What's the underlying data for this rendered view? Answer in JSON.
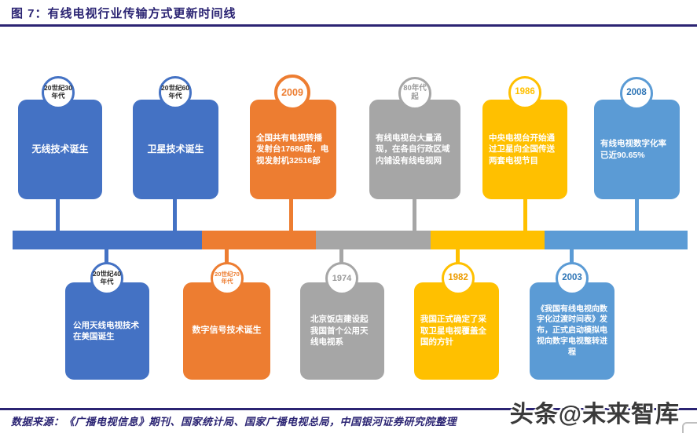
{
  "figure": {
    "title": "图 7：有线电视行业传输方式更新时间线"
  },
  "palette": {
    "navy": "#2B2473",
    "blue": "#4472C4",
    "orange": "#ED7D31",
    "gray": "#A6A6A6",
    "yellow": "#FFC000",
    "light_blue": "#5B9BD5"
  },
  "timeline": {
    "top": [
      {
        "label": "20世纪30年代",
        "text": "无线技术诞生",
        "color": "#4472C4"
      },
      {
        "label": "20世纪60年代",
        "text": "卫星技术诞生",
        "color": "#4472C4"
      },
      {
        "label": "2009",
        "text": "全国共有电视转播发射台17686座，电视发射机32516部",
        "color": "#ED7D31"
      },
      {
        "label": "80年代起",
        "text": "有线电视台大量涌现，在各自行政区域内铺设有线电视网",
        "color": "#A6A6A6"
      },
      {
        "label": "1986",
        "text": "中央电视台开始通过卫星向全国传送两套电视节目",
        "color": "#FFC000"
      },
      {
        "label": "2008",
        "text": "有线电视数字化率已近90.65%",
        "color": "#5B9BD5"
      }
    ],
    "bottom": [
      {
        "label": "20世纪40年代",
        "text": "公用天线电视技术在美国诞生",
        "color": "#4472C4"
      },
      {
        "label": "20世纪70年代",
        "text": "数字信号技术诞生",
        "color": "#ED7D31"
      },
      {
        "label": "1974",
        "text": "北京饭店建设起我国首个公用天线电视系",
        "color": "#A6A6A6"
      },
      {
        "label": "1982",
        "text": "我国正式确定了采取卫星电视覆盖全国的方针",
        "color": "#FFC000"
      },
      {
        "label": "2003",
        "text": "《我国有线电视向数字化过渡时间表》发布，正式启动模拟电视向数字电视整转进程",
        "color": "#5B9BD5"
      }
    ]
  },
  "footer": {
    "source_line": "数据来源：《广播电视信息》期刊、国家统计局、国家广播电视总局，中国银河证券研究院整理",
    "watermark": "头条@未来智库"
  }
}
